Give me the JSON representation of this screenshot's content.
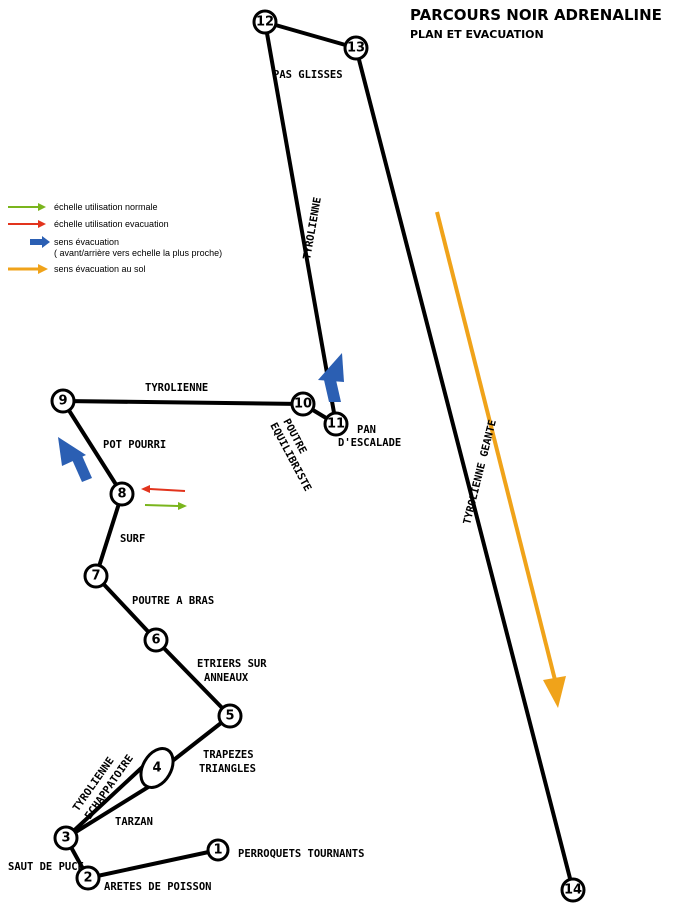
{
  "title": "PARCOURS NOIR ADRENALINE",
  "subtitle": "PLAN ET EVACUATION",
  "legend": {
    "normal": "échelle utilisation normale",
    "evac_ladder": "échelle utilisation evacuation",
    "evac_dir_1": "sens évacuation",
    "evac_dir_2": "( avant/arrière vers echelle la plus proche)",
    "ground": "sens évacuation au sol"
  },
  "colors": {
    "green": "#7ab51d",
    "red": "#e2341d",
    "blue": "#2b5fb3",
    "orange": "#f0a31a"
  },
  "nodes": [
    "1",
    "2",
    "3",
    "4",
    "5",
    "6",
    "7",
    "8",
    "9",
    "10",
    "11",
    "12",
    "13",
    "14"
  ],
  "segments": {
    "perroquets": "PERROQUETS TOURNANTS",
    "aretes": "ARETES DE POISSON",
    "saut": "SAUT DE PUCE",
    "tarzan": "TARZAN",
    "tyro_echap_1": "TYROLIENNE",
    "tyro_echap_2": "ECHAPPATOIRE",
    "trapezes_1": "TRAPEZES",
    "trapezes_2": "TRIANGLES",
    "etriers_1": "ETRIERS SUR",
    "etriers_2": "ANNEAUX",
    "poutre_bras": "POUTRE A BRAS",
    "surf": "SURF",
    "pot_pourri": "POT POURRI",
    "tyro_top": "TYROLIENNE",
    "poutre_eq_1": "POUTRE",
    "poutre_eq_2": "EQUILIBRISTE",
    "pan_1": "PAN",
    "pan_2": "D'ESCALADE",
    "tyro_vertical": "TYROLIENNE",
    "pas_glisses": "PAS GLISSES",
    "tyro_geante": "TYROLIENNE GEANTE"
  }
}
